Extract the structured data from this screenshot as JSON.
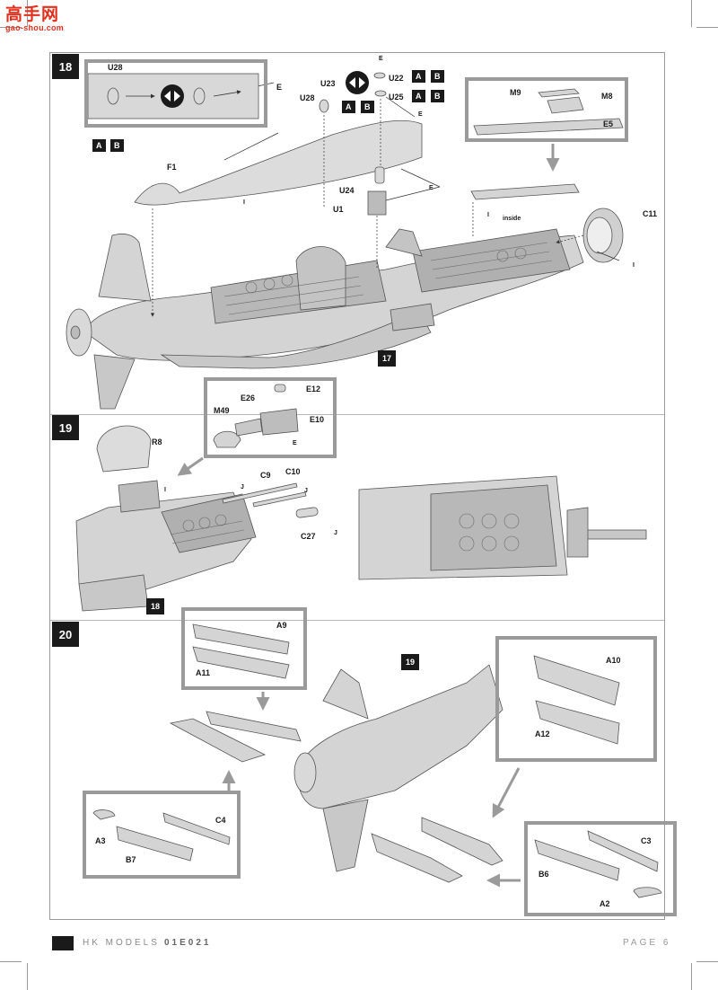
{
  "watermark": {
    "cn": "高手网",
    "url": "gao-shou.com"
  },
  "steps": [
    {
      "number": "18",
      "ref": "17"
    },
    {
      "number": "19",
      "ref": "18"
    },
    {
      "number": "20",
      "ref": "19"
    }
  ],
  "step18": {
    "inset_left": {
      "part": "U28",
      "tag": "E",
      "variants": [
        "A",
        "B"
      ]
    },
    "inset_right": {
      "parts": [
        "M9",
        "M8",
        "E5"
      ]
    },
    "labels": {
      "u28": "U28",
      "u23": "U23",
      "u22": "U22",
      "u25": "U25",
      "u24": "U24",
      "u1": "U1",
      "f1": "F1",
      "c11": "C11",
      "inside": "inside"
    },
    "tags": {
      "e": "E",
      "i": "I"
    },
    "variants": [
      "A",
      "B"
    ]
  },
  "step19": {
    "inset": {
      "parts": [
        "E12",
        "E26",
        "E10",
        "M49"
      ],
      "tag": "E"
    },
    "labels": {
      "r8": "R8",
      "c9": "C9",
      "c10": "C10",
      "c27": "C27"
    },
    "tags": {
      "i": "I",
      "j": "J"
    }
  },
  "step20": {
    "inset_top": {
      "parts": [
        "A9",
        "A11"
      ]
    },
    "inset_right": {
      "parts": [
        "A10",
        "A12"
      ]
    },
    "inset_bottom_left": {
      "parts": [
        "C4",
        "A3",
        "B7"
      ]
    },
    "inset_bottom_right": {
      "parts": [
        "C3",
        "B6",
        "A2"
      ]
    }
  },
  "footer": {
    "brand": "HK MODELS",
    "code": "01E021",
    "page": "PAGE 6"
  }
}
